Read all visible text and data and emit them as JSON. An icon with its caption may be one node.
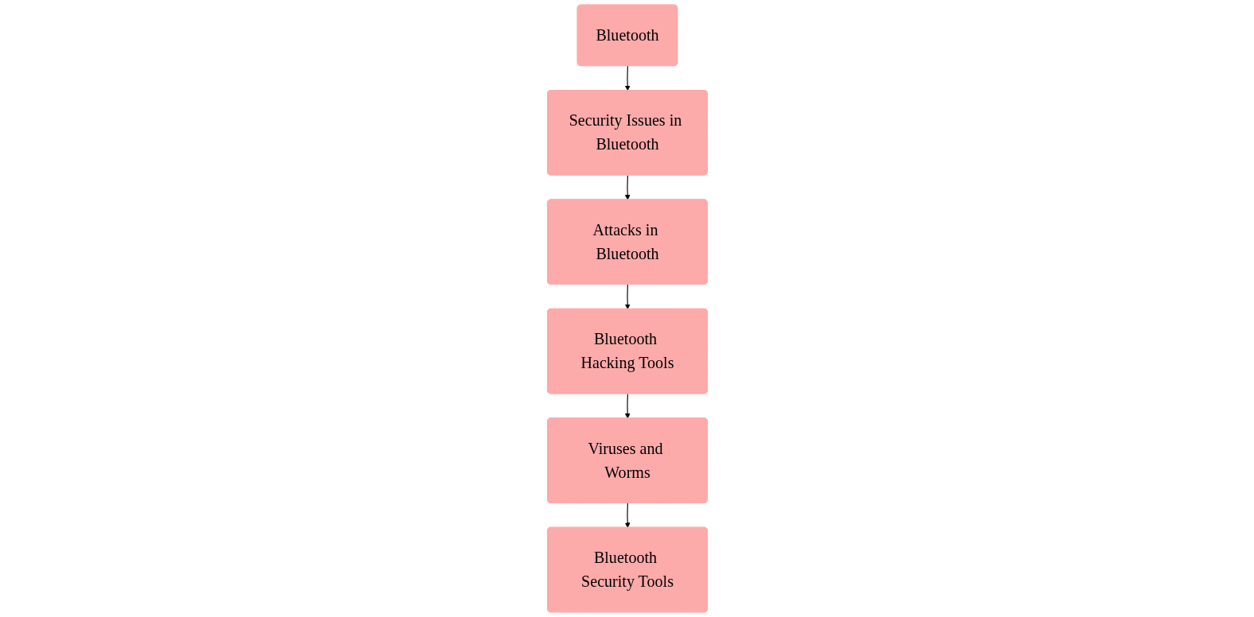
{
  "diagram": {
    "nodes": [
      {
        "text": [
          "Bluetooth"
        ]
      },
      {
        "text": [
          "Security Issues in Bluetooth"
        ]
      },
      {
        "text": [
          "Attacks in Bluetooth"
        ]
      },
      {
        "text": [
          "Bluetooth Hacking Tools"
        ]
      },
      {
        "text": [
          "Viruses and Worms"
        ]
      },
      {
        "text": [
          "Bluetooth Security Tools"
        ]
      }
    ],
    "edges": [
      {
        "from": 0,
        "to": 1,
        "arrow": "to"
      },
      {
        "from": 1,
        "to": 2,
        "arrow": "to"
      },
      {
        "from": 2,
        "to": 3,
        "arrow": "to"
      },
      {
        "from": 3,
        "to": 4,
        "arrow": "to"
      },
      {
        "from": 4,
        "to": 5,
        "arrow": "to"
      }
    ]
  }
}
